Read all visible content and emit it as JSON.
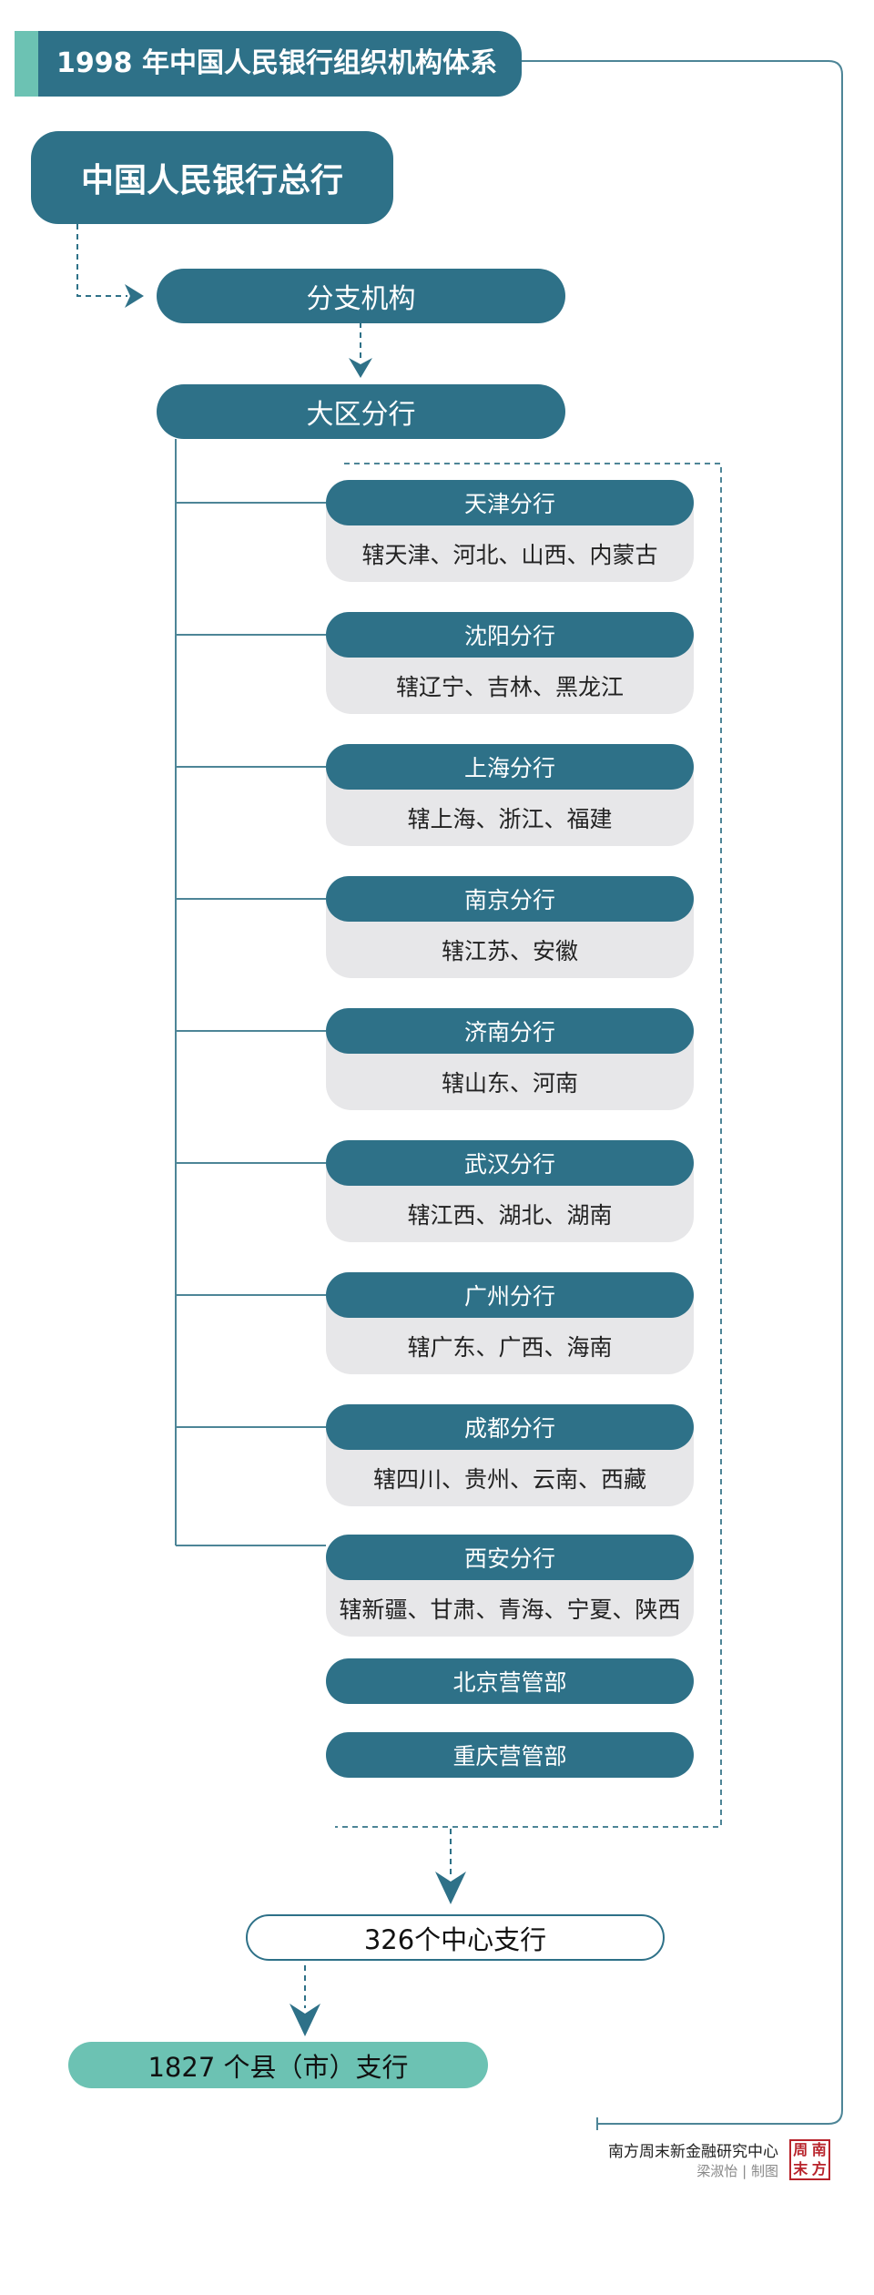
{
  "title": "1998 年中国人民银行组织机构体系",
  "headquarters": "中国人民银行总行",
  "branch_institutions": "分支机构",
  "regional_branches": "大区分行",
  "branches": [
    {
      "name": "天津分行",
      "jurisdiction": "辖天津、河北、山西、内蒙古"
    },
    {
      "name": "沈阳分行",
      "jurisdiction": "辖辽宁、吉林、黑龙江"
    },
    {
      "name": "上海分行",
      "jurisdiction": "辖上海、浙江、福建"
    },
    {
      "name": "南京分行",
      "jurisdiction": "辖江苏、安徽"
    },
    {
      "name": "济南分行",
      "jurisdiction": "辖山东、河南"
    },
    {
      "name": "武汉分行",
      "jurisdiction": "辖江西、湖北、湖南"
    },
    {
      "name": "广州分行",
      "jurisdiction": "辖广东、广西、海南"
    },
    {
      "name": "成都分行",
      "jurisdiction": "辖四川、贵州、云南、西藏"
    },
    {
      "name": "西安分行",
      "jurisdiction": "辖新疆、甘肃、青海、宁夏、陕西"
    }
  ],
  "business_offices": [
    "北京营管部",
    "重庆营管部"
  ],
  "center_branches": "326个中心支行",
  "county_branches": "1827 个县（市）支行",
  "footer": {
    "org": "南方周末新金融研究中心",
    "author": "梁淑怡 | 制图",
    "seal": [
      "周",
      "南",
      "末",
      "方"
    ]
  },
  "colors": {
    "primary": "#2e7188",
    "accent": "#6cc2b3",
    "card_bg": "#e7e7e9",
    "seal": "#b8232b"
  }
}
